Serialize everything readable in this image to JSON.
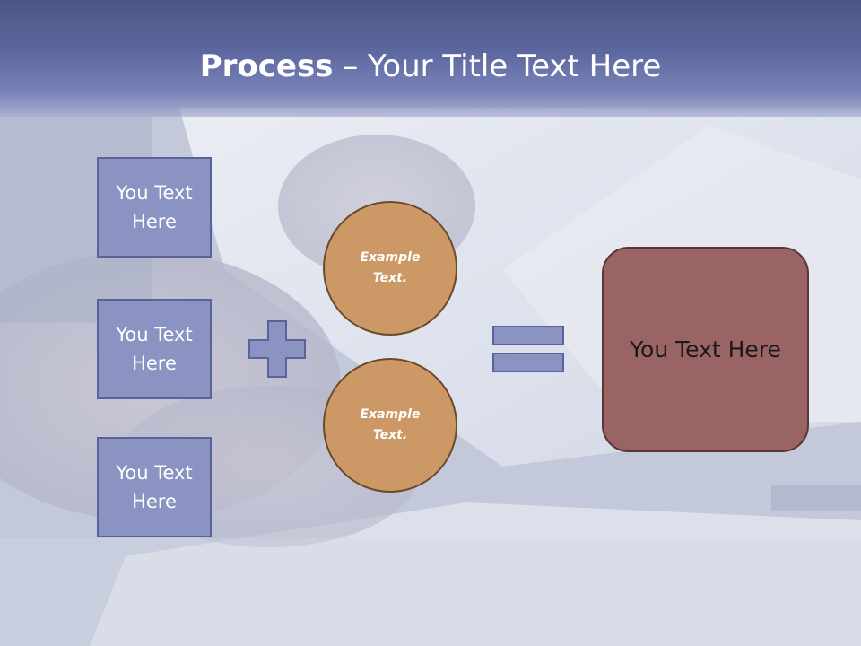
{
  "title": {
    "bold": "Process",
    "rest": " – Your Title Text Here"
  },
  "left_boxes": [
    {
      "line1": "You Text",
      "line2": "Here"
    },
    {
      "line1": "You Text",
      "line2": "Here"
    },
    {
      "line1": "You Text",
      "line2": "Here"
    }
  ],
  "circles": [
    {
      "line1": "Example",
      "line2": "Text."
    },
    {
      "line1": "Example",
      "line2": "Text."
    }
  ],
  "result": {
    "label": "You Text Here"
  },
  "icons": {
    "plus": "plus-icon",
    "equals": "equals-icon"
  },
  "colors": {
    "header": "#5d68a0",
    "box_fill": "#8a93c2",
    "box_border": "#5a6398",
    "circle_fill": "#cc9966",
    "circle_border": "#6b4a2a",
    "result_fill": "#9a6464",
    "result_border": "#5b3535"
  }
}
